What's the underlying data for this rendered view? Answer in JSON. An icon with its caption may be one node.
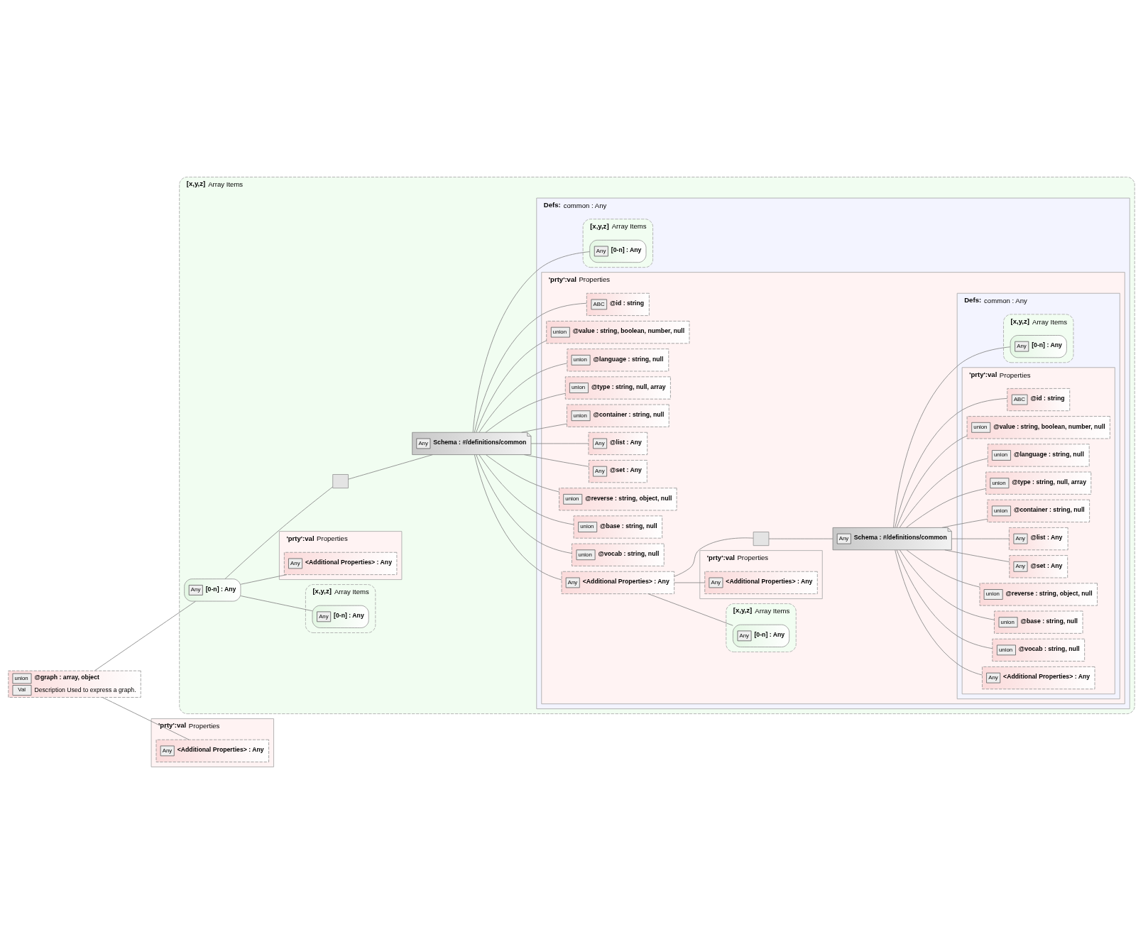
{
  "diagram": {
    "nodes": [
      {
        "text": [
          "union",
          "@graph : array, object",
          "Val",
          "Description Used to express a graph."
        ]
      },
      {
        "text": [
          "[x,y,z]",
          "Array Items"
        ]
      },
      {
        "text": [
          "Any",
          "[0-n] : Any"
        ],
        "in": 1
      },
      {
        "text": [
          "[x,y,z]",
          "Array Items"
        ],
        "in": 1
      },
      {
        "text": [
          "Any",
          "[0-n] : Any"
        ],
        "in": 3
      },
      {
        "text": [
          "'prty':val",
          "Properties"
        ],
        "in": 1
      },
      {
        "text": [
          "Any",
          "<Additional Properties> : Any"
        ],
        "in": 5
      },
      {
        "text": [],
        "shape": "box",
        "in": 1
      },
      {
        "text": [
          "Any",
          "Schema : #/definitions/common"
        ],
        "in": 1
      },
      {
        "text": [
          "Defs:",
          "common : Any"
        ],
        "in": 1
      },
      {
        "text": [
          "[x,y,z]",
          "Array Items"
        ],
        "in": 9
      },
      {
        "text": [
          "Any",
          "[0-n] : Any"
        ],
        "in": 10
      },
      {
        "text": [
          "'prty':val",
          "Properties"
        ],
        "in": 9
      },
      {
        "text": [
          "ABC",
          "@id : string"
        ],
        "in": 12
      },
      {
        "text": [
          "union",
          "@value : string, boolean, number, null"
        ],
        "in": 12
      },
      {
        "text": [
          "union",
          "@language : string, null"
        ],
        "in": 12
      },
      {
        "text": [
          "union",
          "@type : string, null, array"
        ],
        "in": 12
      },
      {
        "text": [
          "union",
          "@container : string, null"
        ],
        "in": 12
      },
      {
        "text": [
          "Any",
          "@list : Any"
        ],
        "in": 12
      },
      {
        "text": [
          "Any",
          "@set : Any"
        ],
        "in": 12
      },
      {
        "text": [
          "union",
          "@reverse : string, object, null"
        ],
        "in": 12
      },
      {
        "text": [
          "union",
          "@base : string, null"
        ],
        "in": 12
      },
      {
        "text": [
          "union",
          "@vocab : string, null"
        ],
        "in": 12
      },
      {
        "text": [
          "Any",
          "<Additional Properties> : Any"
        ],
        "in": 12
      },
      {
        "text": [
          "[x,y,z]",
          "Array Items"
        ],
        "in": 12
      },
      {
        "text": [
          "Any",
          "[0-n] : Any"
        ],
        "in": 24
      },
      {
        "text": [
          "'prty':val",
          "Properties"
        ],
        "in": 12
      },
      {
        "text": [
          "Any",
          "<Additional Properties> : Any"
        ],
        "in": 26
      },
      {
        "text": [],
        "shape": "box",
        "in": 12
      },
      {
        "text": [
          "Any",
          "Schema : #/definitions/common"
        ],
        "in": 12
      },
      {
        "text": [
          "Defs:",
          "common : Any"
        ],
        "in": 12
      },
      {
        "text": [
          "[x,y,z]",
          "Array Items"
        ],
        "in": 30
      },
      {
        "text": [
          "Any",
          "[0-n] : Any"
        ],
        "in": 31
      },
      {
        "text": [
          "'prty':val",
          "Properties"
        ],
        "in": 30
      },
      {
        "text": [
          "ABC",
          "@id : string"
        ],
        "in": 33
      },
      {
        "text": [
          "union",
          "@value : string, boolean, number, null"
        ],
        "in": 33
      },
      {
        "text": [
          "union",
          "@language : string, null"
        ],
        "in": 33
      },
      {
        "text": [
          "union",
          "@type : string, null, array"
        ],
        "in": 33
      },
      {
        "text": [
          "union",
          "@container : string, null"
        ],
        "in": 33
      },
      {
        "text": [
          "Any",
          "@list : Any"
        ],
        "in": 33
      },
      {
        "text": [
          "Any",
          "@set : Any"
        ],
        "in": 33
      },
      {
        "text": [
          "union",
          "@reverse : string, object, null"
        ],
        "in": 33
      },
      {
        "text": [
          "union",
          "@base : string, null"
        ],
        "in": 33
      },
      {
        "text": [
          "union",
          "@vocab : string, null"
        ],
        "in": 33
      },
      {
        "text": [
          "Any",
          "<Additional Properties> : Any"
        ],
        "in": 33
      },
      {
        "text": [
          "'prty':val",
          "Properties"
        ]
      },
      {
        "text": [
          "Any",
          "<Additional Properties> : Any"
        ],
        "in": 45
      }
    ],
    "edges": [
      {
        "from": 0,
        "to": 2,
        "arrow": "none"
      },
      {
        "from": 0,
        "to": 46,
        "arrow": "none"
      },
      {
        "from": 2,
        "to": 4,
        "arrow": "none"
      },
      {
        "from": 2,
        "to": 6,
        "arrow": "none"
      },
      {
        "from": 2,
        "to": 7,
        "arrow": "none"
      },
      {
        "from": 7,
        "to": 8,
        "arrow": "none"
      },
      {
        "from": 8,
        "to": 11,
        "arrow": "none"
      },
      {
        "from": 8,
        "to": 13,
        "arrow": "none"
      },
      {
        "from": 8,
        "to": 14,
        "arrow": "none"
      },
      {
        "from": 8,
        "to": 15,
        "arrow": "none"
      },
      {
        "from": 8,
        "to": 16,
        "arrow": "none"
      },
      {
        "from": 8,
        "to": 17,
        "arrow": "none"
      },
      {
        "from": 8,
        "to": 18,
        "arrow": "none"
      },
      {
        "from": 8,
        "to": 19,
        "arrow": "none"
      },
      {
        "from": 8,
        "to": 20,
        "arrow": "none"
      },
      {
        "from": 8,
        "to": 21,
        "arrow": "none"
      },
      {
        "from": 8,
        "to": 22,
        "arrow": "none"
      },
      {
        "from": 8,
        "to": 23,
        "arrow": "none"
      },
      {
        "from": 23,
        "to": 25,
        "arrow": "none"
      },
      {
        "from": 23,
        "to": 27,
        "arrow": "none"
      },
      {
        "from": 23,
        "to": 28,
        "arrow": "none"
      },
      {
        "from": 28,
        "to": 29,
        "arrow": "none"
      },
      {
        "from": 29,
        "to": 32,
        "arrow": "none"
      },
      {
        "from": 29,
        "to": 34,
        "arrow": "none"
      },
      {
        "from": 29,
        "to": 35,
        "arrow": "none"
      },
      {
        "from": 29,
        "to": 36,
        "arrow": "none"
      },
      {
        "from": 29,
        "to": 37,
        "arrow": "none"
      },
      {
        "from": 29,
        "to": 38,
        "arrow": "none"
      },
      {
        "from": 29,
        "to": 39,
        "arrow": "none"
      },
      {
        "from": 29,
        "to": 40,
        "arrow": "none"
      },
      {
        "from": 29,
        "to": 41,
        "arrow": "none"
      },
      {
        "from": 29,
        "to": 42,
        "arrow": "none"
      },
      {
        "from": 29,
        "to": 43,
        "arrow": "none"
      },
      {
        "from": 29,
        "to": 44,
        "arrow": "none"
      }
    ]
  }
}
